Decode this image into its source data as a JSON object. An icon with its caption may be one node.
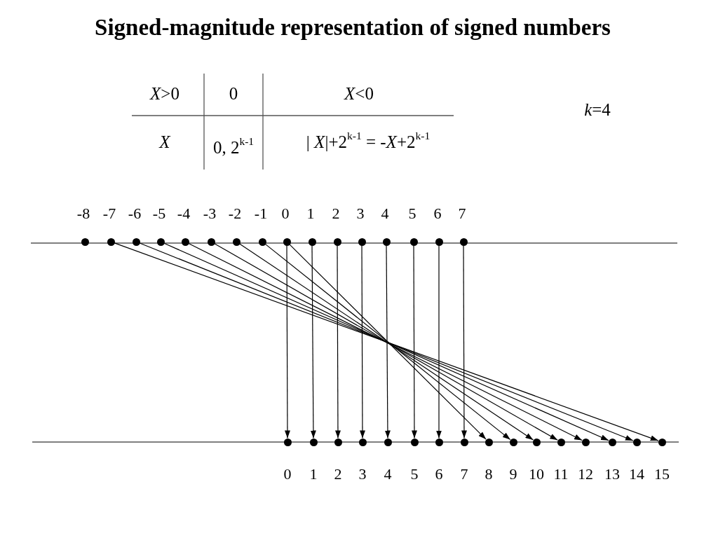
{
  "diagram": {
    "title": "Signed-magnitude representation of signed numbers",
    "nodes": [
      {
        "text": [],
        "shape": "circle",
        "beside": [
          "-8"
        ]
      },
      {
        "text": [],
        "shape": "circle",
        "beside": [
          "-7"
        ]
      },
      {
        "text": [],
        "shape": "circle",
        "beside": [
          "-6"
        ]
      },
      {
        "text": [],
        "shape": "circle",
        "beside": [
          "-5"
        ]
      },
      {
        "text": [],
        "shape": "circle",
        "beside": [
          "-4"
        ]
      },
      {
        "text": [],
        "shape": "circle",
        "beside": [
          "-3"
        ]
      },
      {
        "text": [],
        "shape": "circle",
        "beside": [
          "-2"
        ]
      },
      {
        "text": [],
        "shape": "circle",
        "beside": [
          "-1"
        ]
      },
      {
        "text": [],
        "shape": "circle",
        "beside": [
          "0"
        ]
      },
      {
        "text": [],
        "shape": "circle",
        "beside": [
          "1"
        ]
      },
      {
        "text": [],
        "shape": "circle",
        "beside": [
          "2"
        ]
      },
      {
        "text": [],
        "shape": "circle",
        "beside": [
          "3"
        ]
      },
      {
        "text": [],
        "shape": "circle",
        "beside": [
          "4"
        ]
      },
      {
        "text": [],
        "shape": "circle",
        "beside": [
          "5"
        ]
      },
      {
        "text": [],
        "shape": "circle",
        "beside": [
          "6"
        ]
      },
      {
        "text": [],
        "shape": "circle",
        "beside": [
          "7"
        ]
      },
      {
        "text": [],
        "shape": "circle",
        "beside": [
          "0"
        ]
      },
      {
        "text": [],
        "shape": "circle",
        "beside": [
          "1"
        ]
      },
      {
        "text": [],
        "shape": "circle",
        "beside": [
          "2"
        ]
      },
      {
        "text": [],
        "shape": "circle",
        "beside": [
          "3"
        ]
      },
      {
        "text": [],
        "shape": "circle",
        "beside": [
          "4"
        ]
      },
      {
        "text": [],
        "shape": "circle",
        "beside": [
          "5"
        ]
      },
      {
        "text": [],
        "shape": "circle",
        "beside": [
          "6"
        ]
      },
      {
        "text": [],
        "shape": "circle",
        "beside": [
          "7"
        ]
      },
      {
        "text": [],
        "shape": "circle",
        "beside": [
          "8"
        ]
      },
      {
        "text": [],
        "shape": "circle",
        "beside": [
          "9"
        ]
      },
      {
        "text": [],
        "shape": "circle",
        "beside": [
          "10"
        ]
      },
      {
        "text": [],
        "shape": "circle",
        "beside": [
          "11"
        ]
      },
      {
        "text": [],
        "shape": "circle",
        "beside": [
          "12"
        ]
      },
      {
        "text": [],
        "shape": "circle",
        "beside": [
          "13"
        ]
      },
      {
        "text": [],
        "shape": "circle",
        "beside": [
          "14"
        ]
      },
      {
        "text": [],
        "shape": "circle",
        "beside": [
          "15"
        ]
      }
    ],
    "edges": [
      {
        "from": 1,
        "to": 31,
        "arrow": "to"
      },
      {
        "from": 2,
        "to": 30,
        "arrow": "to"
      },
      {
        "from": 3,
        "to": 29,
        "arrow": "to"
      },
      {
        "from": 4,
        "to": 28,
        "arrow": "to"
      },
      {
        "from": 5,
        "to": 27,
        "arrow": "to"
      },
      {
        "from": 6,
        "to": 26,
        "arrow": "to"
      },
      {
        "from": 7,
        "to": 25,
        "arrow": "to"
      },
      {
        "from": 8,
        "to": 24,
        "arrow": "to"
      },
      {
        "from": 8,
        "to": 16,
        "arrow": "to"
      },
      {
        "from": 9,
        "to": 17,
        "arrow": "to"
      },
      {
        "from": 10,
        "to": 18,
        "arrow": "to"
      },
      {
        "from": 11,
        "to": 19,
        "arrow": "to"
      },
      {
        "from": 12,
        "to": 20,
        "arrow": "to"
      },
      {
        "from": 13,
        "to": 21,
        "arrow": "to"
      },
      {
        "from": 14,
        "to": 22,
        "arrow": "to"
      },
      {
        "from": 15,
        "to": 23,
        "arrow": "to"
      }
    ],
    "labels": [
      "*X*>0",
      "0",
      "*X*<0",
      "X",
      "0, 2$^{k-1}$",
      "| *X*|+2$^{k-1}$ = -*X*+2$^{k-1}$",
      "*k*=4"
    ]
  }
}
